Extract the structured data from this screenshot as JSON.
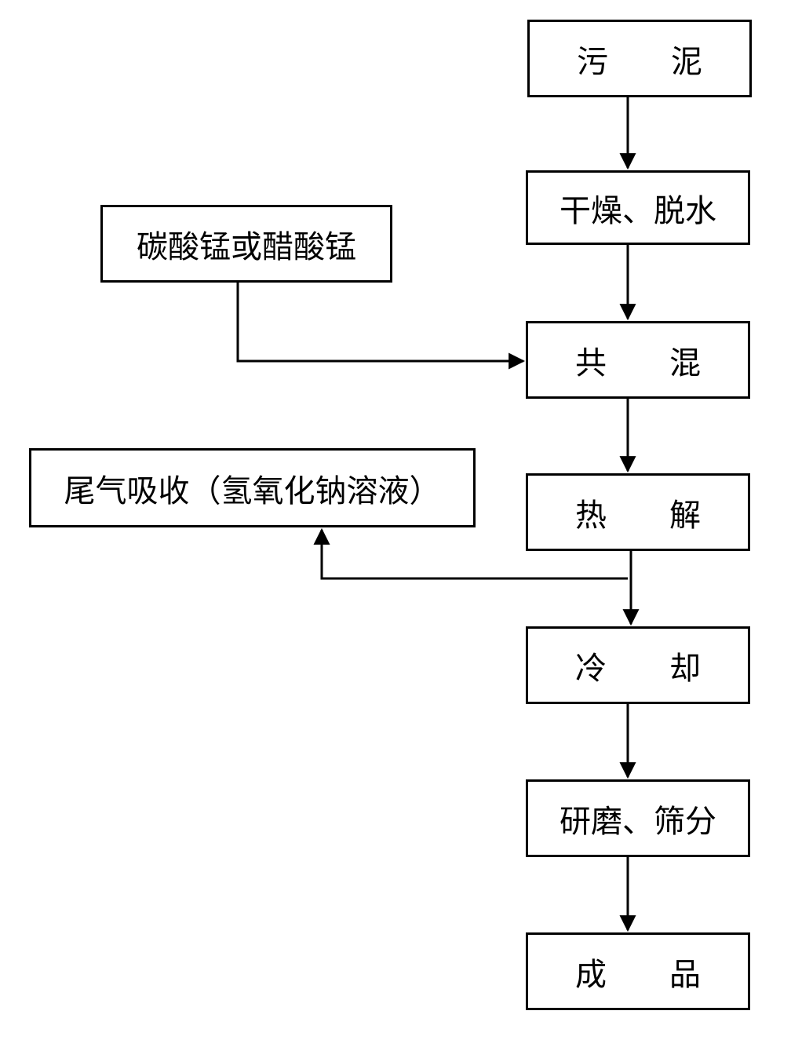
{
  "main_flow": [
    {
      "id": "sludge",
      "label": "污　　泥"
    },
    {
      "id": "drying",
      "label": "干燥、脱水"
    },
    {
      "id": "mixing",
      "label": "共　　混"
    },
    {
      "id": "pyrolysis",
      "label": "热　　解"
    },
    {
      "id": "cooling",
      "label": "冷　　却"
    },
    {
      "id": "grinding",
      "label": "研磨、筛分"
    },
    {
      "id": "product",
      "label": "成　　品"
    }
  ],
  "side_inputs": {
    "manganese": {
      "label": "碳酸锰或醋酸锰"
    },
    "tail_gas": {
      "label": "尾气吸收（氢氧化钠溶液）"
    }
  }
}
